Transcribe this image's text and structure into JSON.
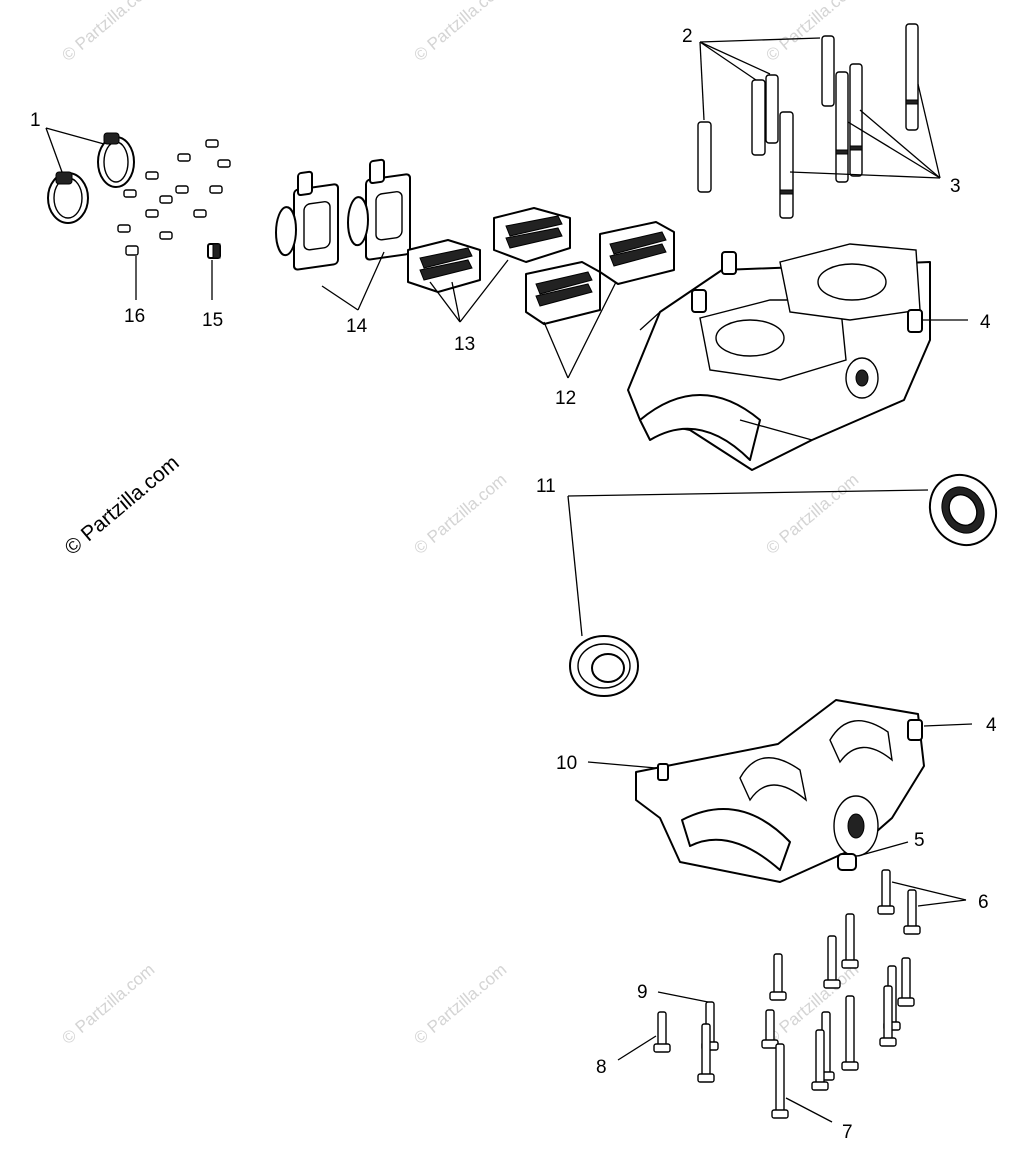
{
  "callouts": {
    "c1": "1",
    "c2": "2",
    "c3": "3",
    "c4a": "4",
    "c4b": "4",
    "c5": "5",
    "c6": "6",
    "c7": "7",
    "c8": "8",
    "c9": "9",
    "c10": "10",
    "c11": "11",
    "c12": "12",
    "c13": "13",
    "c14": "14",
    "c15": "15",
    "c16": "16"
  },
  "watermark": {
    "main": "© Partzilla.com",
    "faint": "© Partzilla.com"
  },
  "colors": {
    "line": "#000000",
    "watermark_faint": "#d4d4d4",
    "background": "#ffffff"
  }
}
